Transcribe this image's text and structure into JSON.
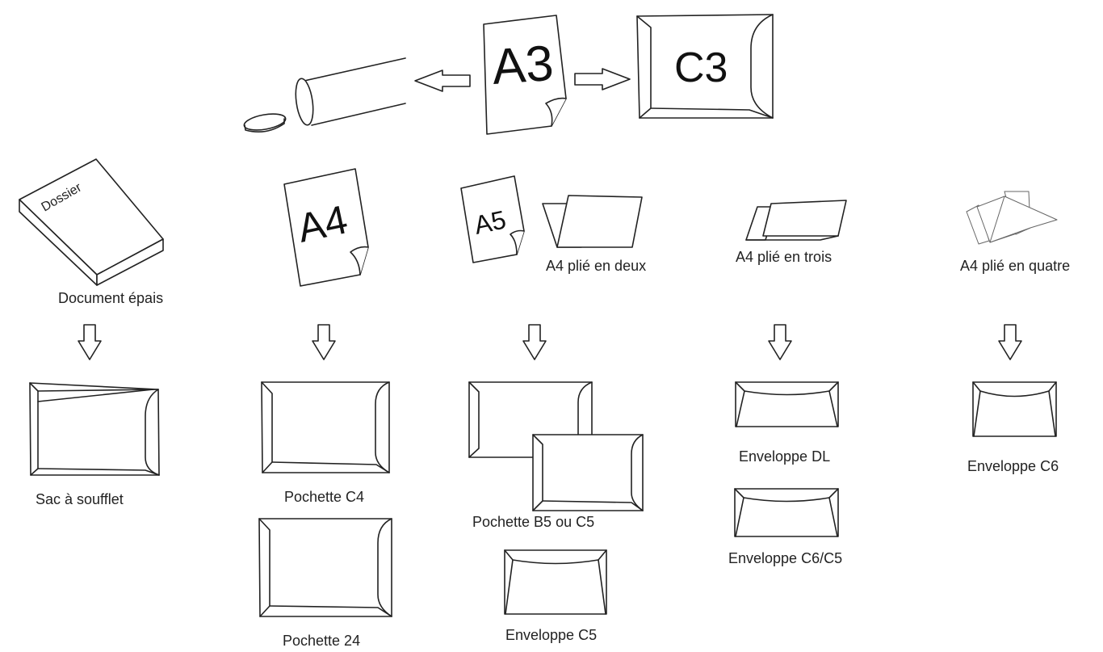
{
  "top": {
    "a3_label": "A3",
    "c3_label": "C3"
  },
  "sources": {
    "dossier_label": "Dossier",
    "a4_label": "A4",
    "a5_label": "A5"
  },
  "captions": {
    "document_epais": "Document épais",
    "a4_plie_deux": "A4 plié en deux",
    "a4_plie_trois": "A4 plié en trois",
    "a4_plie_quatre": "A4 plié en quatre",
    "sac_soufflet": "Sac à soufflet",
    "pochette_c4": "Pochette C4",
    "pochette_24": "Pochette  24",
    "pochette_b5_c5": "Pochette  B5 ou C5",
    "enveloppe_c5": "Enveloppe C5",
    "enveloppe_dl": "Enveloppe DL",
    "enveloppe_c6_c5": "Enveloppe C6/C5",
    "enveloppe_c6": "Enveloppe C6"
  }
}
